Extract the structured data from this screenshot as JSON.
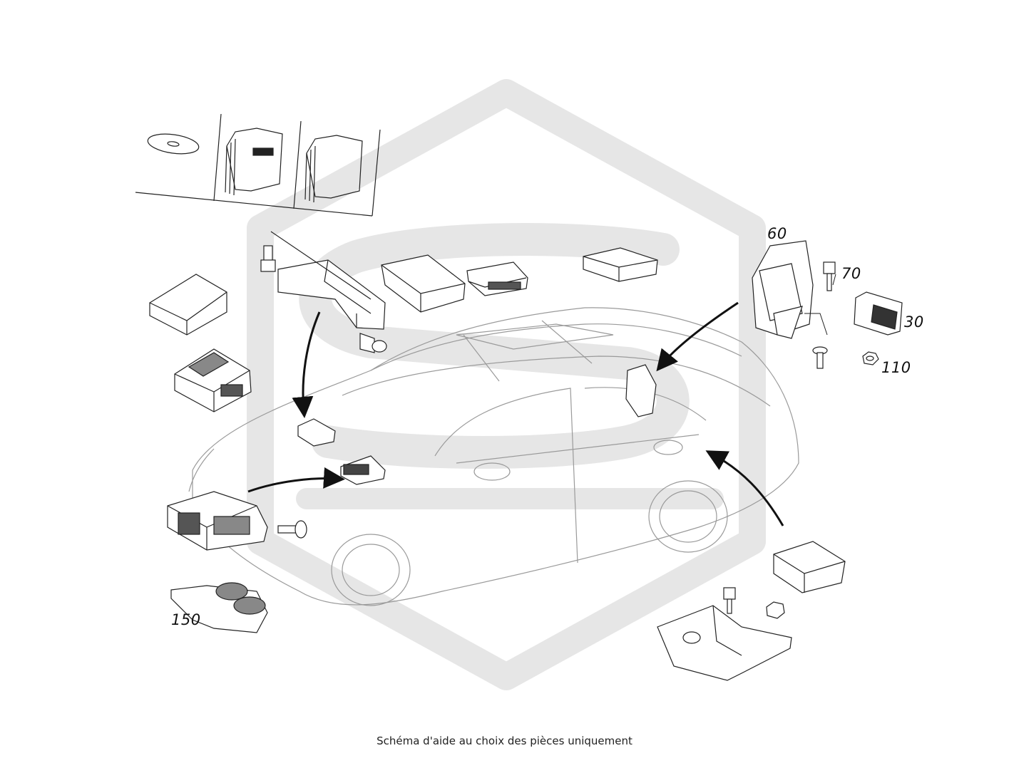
{
  "diagram": {
    "callouts": {
      "c60": "60",
      "c70": "70",
      "c30": "30",
      "c110": "110",
      "c150": "150"
    },
    "caption": "Schéma d'aide au choix des pièces uniquement"
  },
  "colors": {
    "line": "#222222",
    "car_line": "#9a9a9a",
    "watermark": "#e6e6e6",
    "arrow": "#111111"
  }
}
